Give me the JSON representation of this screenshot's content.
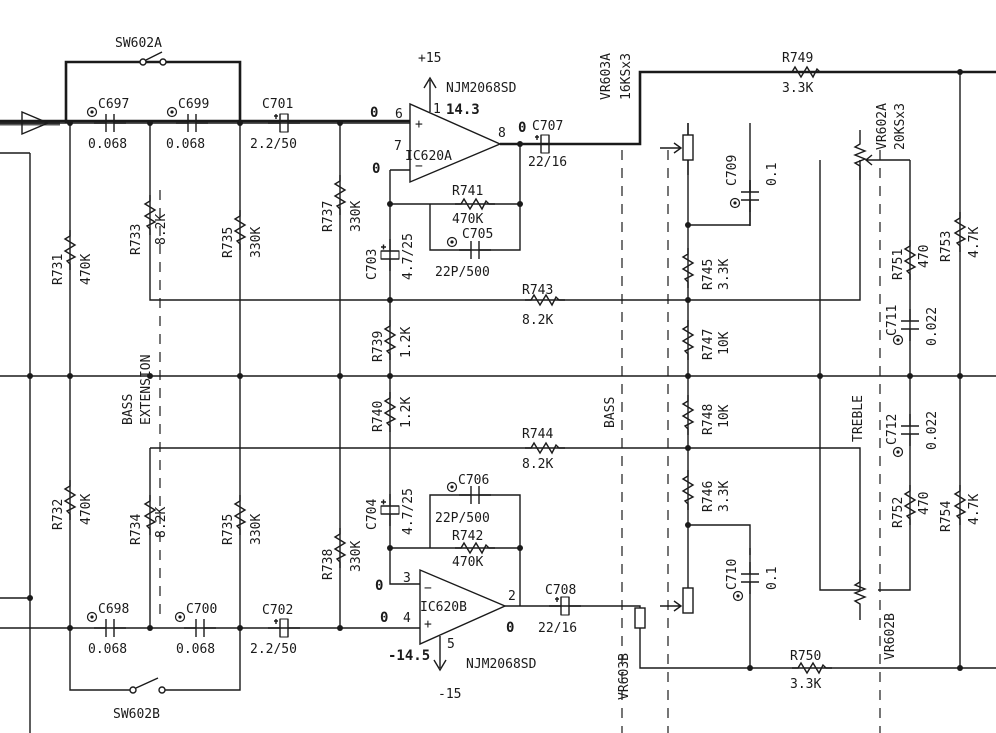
{
  "switches": {
    "sw602a": "SW602A",
    "sw602b": "SW602B"
  },
  "opamps": {
    "ic620a": "IC620A",
    "ic620b": "IC620B",
    "part_top": "NJM2068SD",
    "part_bot": "NJM2068SD",
    "vplus": "+15",
    "vminus": "-15",
    "v_top": "14.3",
    "v_bot": "-14.5",
    "pin6": "6",
    "pin7": "7",
    "pin8": "8",
    "pin1": "1",
    "pin3": "3",
    "pin4": "4",
    "pin2": "2",
    "pin5": "5",
    "zero_in_top": "0",
    "zero_out_top": "0",
    "zero_fb_top": "0",
    "zero_in_bot": "0",
    "zero_out_bot": "0",
    "zero_fb_bot": "0"
  },
  "caps": {
    "c697": "C697",
    "c697_v": "0.068",
    "c699": "C699",
    "c699_v": "0.068",
    "c701": "C701",
    "c701_v": "2.2/50",
    "c707": "C707",
    "c707_v": "22/16",
    "c709": "C709",
    "c709_v": "0.1",
    "c703": "C703",
    "c703_v": "4.7/25",
    "c705": "C705",
    "c705_v": "22P/500",
    "c711": "C711",
    "c711_v": "0.022",
    "c712": "C712",
    "c712_v": "0.022",
    "c704": "C704",
    "c704_v": "4.7/25",
    "c706": "C706",
    "c706_v": "22P/500",
    "c710": "C710",
    "c710_v": "0.1",
    "c698": "C698",
    "c698_v": "0.068",
    "c700": "C700",
    "c700_v": "0.068",
    "c702": "C702",
    "c702_v": "2.2/50",
    "c708": "C708",
    "c708_v": "22/16"
  },
  "resistors": {
    "r731": "R731",
    "r731_v": "470K",
    "r733": "R733",
    "r733_v": "8.2K",
    "r735a": "R735",
    "r735a_v": "330K",
    "r737": "R737",
    "r737_v": "330K",
    "r741": "R741",
    "r741_v": "470K",
    "r743": "R743",
    "r743_v": "8.2K",
    "r745": "R745",
    "r745_v": "3.3K",
    "r747": "R747",
    "r747_v": "10K",
    "r749": "R749",
    "r749_v": "3.3K",
    "r751": "R751",
    "r751_v": "470",
    "r753": "R753",
    "r753_v": "4.7K",
    "r739": "R739",
    "r739_v": "1.2K",
    "r740": "R740",
    "r740_v": "1.2K",
    "r744": "R744",
    "r744_v": "8.2K",
    "r748": "R748",
    "r748_v": "10K",
    "r732": "R732",
    "r732_v": "470K",
    "r734": "R734",
    "r734_v": "8.2K",
    "r735b": "R735",
    "r735b_v": "330K",
    "r738": "R738",
    "r738_v": "330K",
    "r742": "R742",
    "r742_v": "470K",
    "r746": "R746",
    "r746_v": "3.3K",
    "r750": "R750",
    "r750_v": "3.3K",
    "r752": "R752",
    "r752_v": "470",
    "r754": "R754",
    "r754_v": "4.7K"
  },
  "pots": {
    "vr603a": "VR603A",
    "vr603a_v": "16KSx3",
    "vr602a": "VR602A",
    "vr602a_v": "20KSx3",
    "vr603b": "VR603B",
    "vr602b": "VR602B"
  },
  "sections": {
    "bass_ext_1": "BASS",
    "bass_ext_2": "EXTENSION",
    "bass": "BASS",
    "treble": "TREBLE"
  }
}
